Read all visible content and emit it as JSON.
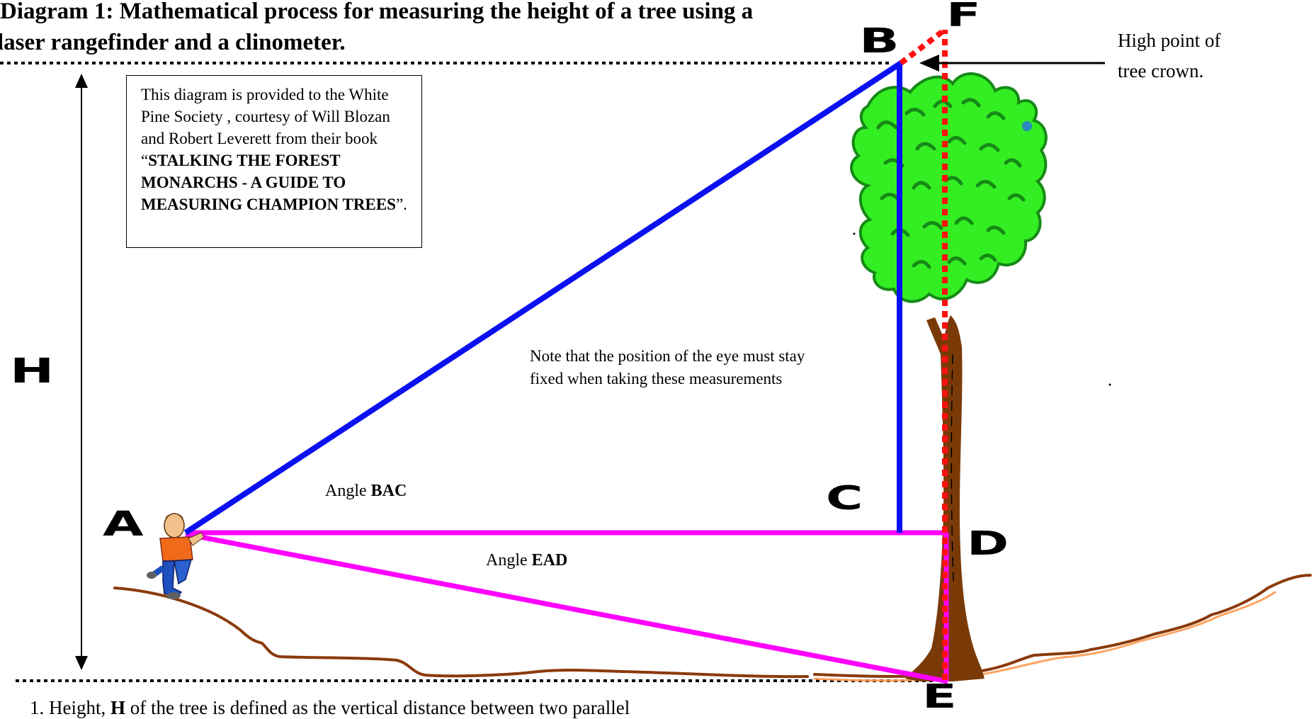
{
  "title": {
    "line1": "Diagram 1: Mathematical process for measuring the height of a tree using a",
    "line2": "laser rangefinder and a clinometer."
  },
  "credit": {
    "pre": "This diagram is provided to the White Pine Society , courtesy of Will Blozan and Robert Leverett from their book “",
    "book": "STALKING THE FOREST MONARCHS - A GUIDE TO MEASURING CHAMPION TREES",
    "post": "”."
  },
  "note": "Note that the position of the eye must stay fixed when taking these measurements",
  "high_point": {
    "line1": "High point of",
    "line2": "tree crown."
  },
  "angles": {
    "bac": {
      "prefix": "Angle ",
      "name": "BAC"
    },
    "ead": {
      "prefix": "Angle ",
      "name": "EAD"
    }
  },
  "points": {
    "A": "A",
    "B": "B",
    "C": "C",
    "D": "D",
    "E": "E",
    "F": "F",
    "H": "H"
  },
  "footer": {
    "prefix": "1. Height, ",
    "letter": "H",
    "rest": " of the tree is defined as the vertical distance between  two parallel"
  },
  "colors": {
    "blue": "#0a10f0",
    "magenta": "#ff00ff",
    "red": "#ff1010",
    "trunk": "#7a3a08",
    "ground": "#8b3a0c",
    "foliage": "#33ee22",
    "foliage_dark": "#168a16",
    "orange_ground": "#ff9a50"
  }
}
